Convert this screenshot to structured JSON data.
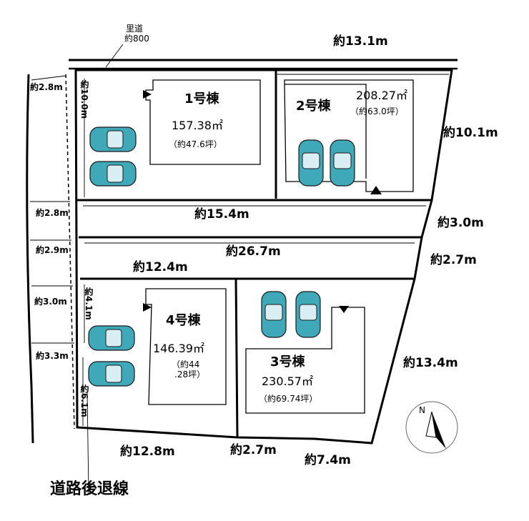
{
  "road": {
    "label1": "里道",
    "label2": "約800"
  },
  "setback_label": "道路後退線",
  "lots": [
    {
      "name": "1号棟",
      "area": "157.38㎡",
      "tsubo": "（約47.6坪）"
    },
    {
      "name": "2号棟",
      "area": "208.27㎡",
      "tsubo": "（約63.0坪）"
    },
    {
      "name": "3号棟",
      "area": "230.57㎡",
      "tsubo": "（約69.74坪）"
    },
    {
      "name": "4号棟",
      "area": "146.39㎡",
      "tsubo1": "（約44",
      "tsubo2": ".28坪）"
    }
  ],
  "dims": {
    "top_13_1": "約13.1m",
    "right_10_1": "約10.1m",
    "right_3_0": "約3.0m",
    "right_2_7": "約2.7m",
    "right_13_4": "約13.4m",
    "bottom_7_4": "約7.4m",
    "bottom_2_7": "約2.7m",
    "bottom_12_8": "約12.8m",
    "mid_15_4": "約15.4m",
    "mid_26_7": "約26.7m",
    "mid_12_4": "約12.4m",
    "lot1_10_0": "約10.0m",
    "lot4_4_1": "約4.1m",
    "lot4_6_1": "約6.1m",
    "left_2_8a": "約2.8m",
    "left_2_8b": "約2.8m",
    "left_2_9": "約2.9m",
    "left_3_0": "約3.0m",
    "left_3_3": "約3.3m"
  },
  "compass": {
    "label": "N"
  }
}
